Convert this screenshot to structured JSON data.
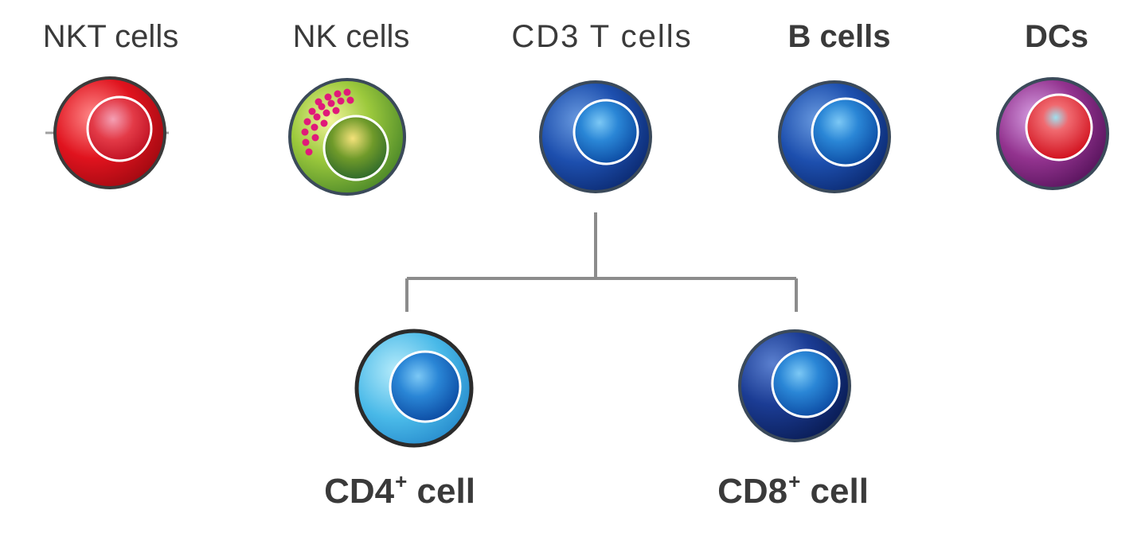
{
  "top_cells": [
    {
      "label": "NKT  cells"
    },
    {
      "label": "NK cells"
    },
    {
      "label": "CD3 T cells"
    },
    {
      "label": "B cells"
    },
    {
      "label": "DCs"
    }
  ],
  "subsets": [
    {
      "name": "CD4",
      "sup": "+",
      "suffix": " cell"
    },
    {
      "name": "CD8",
      "sup": "+",
      "suffix": " cell"
    }
  ]
}
